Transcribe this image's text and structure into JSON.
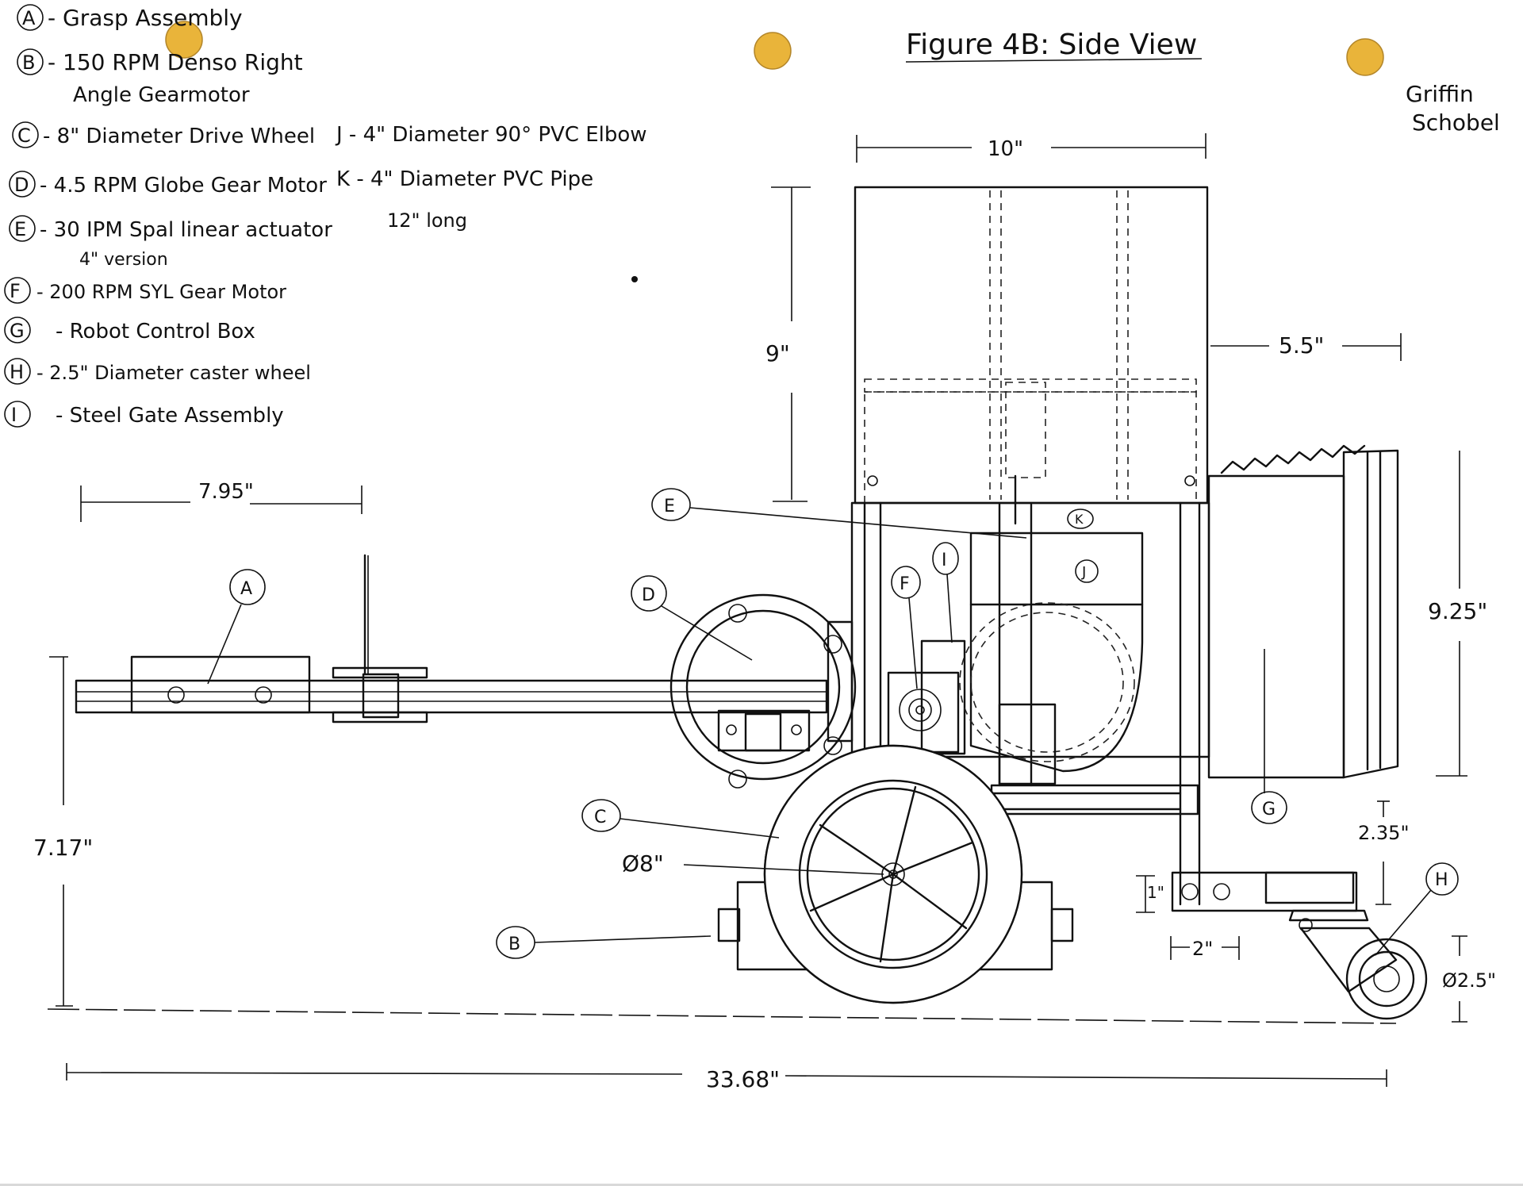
{
  "title": "Figure 4B: Side View",
  "author": "Griffin Schobel",
  "legend": [
    {
      "key": "A",
      "text": "- Grasp Assembly"
    },
    {
      "key": "B",
      "text": "- 150 RPM Denso Right",
      "text2": "Angle Gearmotor"
    },
    {
      "key": "C",
      "text": "- 8\" Diameter Drive Wheel"
    },
    {
      "key": "D",
      "text": "- 4.5 RPM Globe Gear Motor"
    },
    {
      "key": "E",
      "text": "- 30 IPM Spal linear actuator",
      "text2": "4\" version"
    },
    {
      "key": "F",
      "text": "- 200 RPM SYL Gear Motor"
    },
    {
      "key": "G",
      "text": "- Robot Control Box"
    },
    {
      "key": "H",
      "text": "- 2.5\" Diameter caster wheel"
    },
    {
      "key": "I",
      "text": "- Steel Gate Assembly"
    },
    {
      "key": "J",
      "text": "J - 4\" Diameter 90° PVC Elbow"
    },
    {
      "key": "K",
      "text": "K - 4\" Diameter PVC Pipe",
      "text2": "12\" long"
    }
  ],
  "dimensions": {
    "top_width": "10\"",
    "bin_height": "9\"",
    "rear_extension": "5.5\"",
    "arm_length": "7.95\"",
    "control_box_height": "9.25\"",
    "overall_height": "7.17\"",
    "overall_length": "33.68\"",
    "wheel_diameter": "Ø8\"",
    "caster_clearance": "2.35\"",
    "bracket_height": "1\"",
    "bracket_width": "2\"",
    "caster_diameter": "Ø2.5\""
  },
  "callouts": [
    "A",
    "B",
    "C",
    "D",
    "E",
    "F",
    "G",
    "H",
    "I",
    "J",
    "K"
  ],
  "colors": {
    "ink": "#111111",
    "paper": "#ffffff",
    "binder_hole": "#e9b43a"
  }
}
